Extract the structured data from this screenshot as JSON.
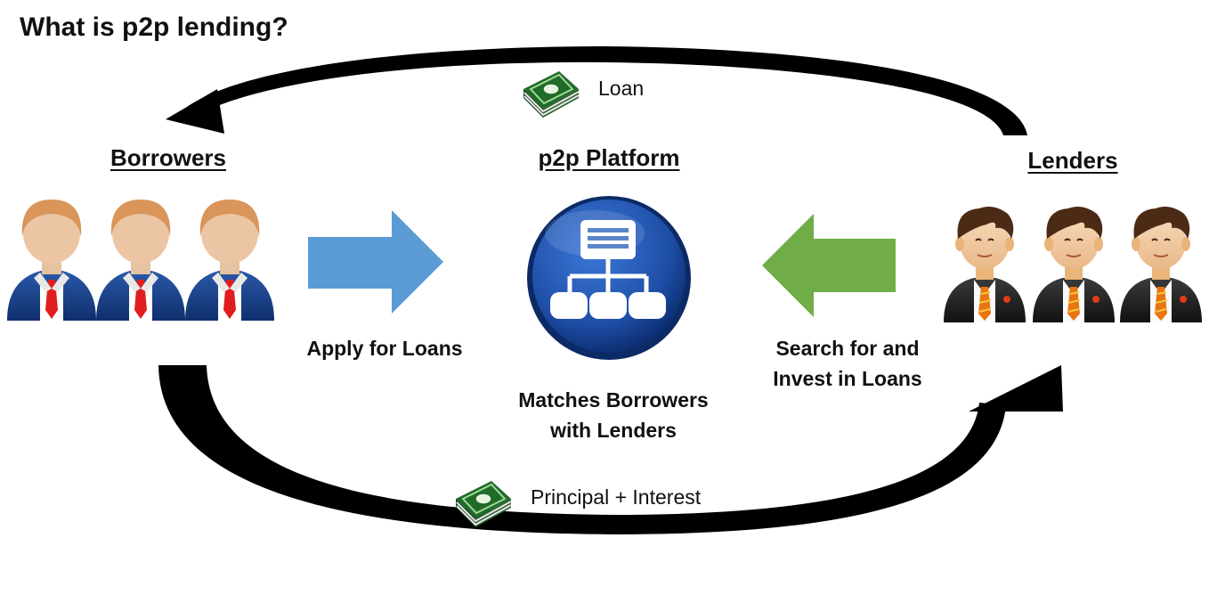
{
  "title": "What is p2p lending?",
  "nodes": {
    "borrowers": {
      "heading": "Borrowers"
    },
    "platform": {
      "heading": "p2p Platform",
      "caption_line1": "Matches Borrowers",
      "caption_line2": "with Lenders"
    },
    "lenders": {
      "heading": "Lenders"
    }
  },
  "edges": {
    "apply": {
      "label": "Apply for Loans"
    },
    "invest": {
      "label_line1": "Search for and",
      "label_line2": "Invest in Loans"
    },
    "loan": {
      "label": "Loan"
    },
    "repay": {
      "label": "Principal + Interest"
    }
  },
  "icons": {
    "borrower": "businessman-blue-suit-icon",
    "lender": "businessman-dark-suit-icon",
    "platform": "network-hierarchy-icon",
    "money": "money-stack-icon"
  },
  "colors": {
    "apply_arrow": "#5b9bd5",
    "invest_arrow": "#70ad47",
    "platform_circle": "#1e4fa8",
    "cycle_arrow": "#000000",
    "money": "#2e7d32"
  }
}
